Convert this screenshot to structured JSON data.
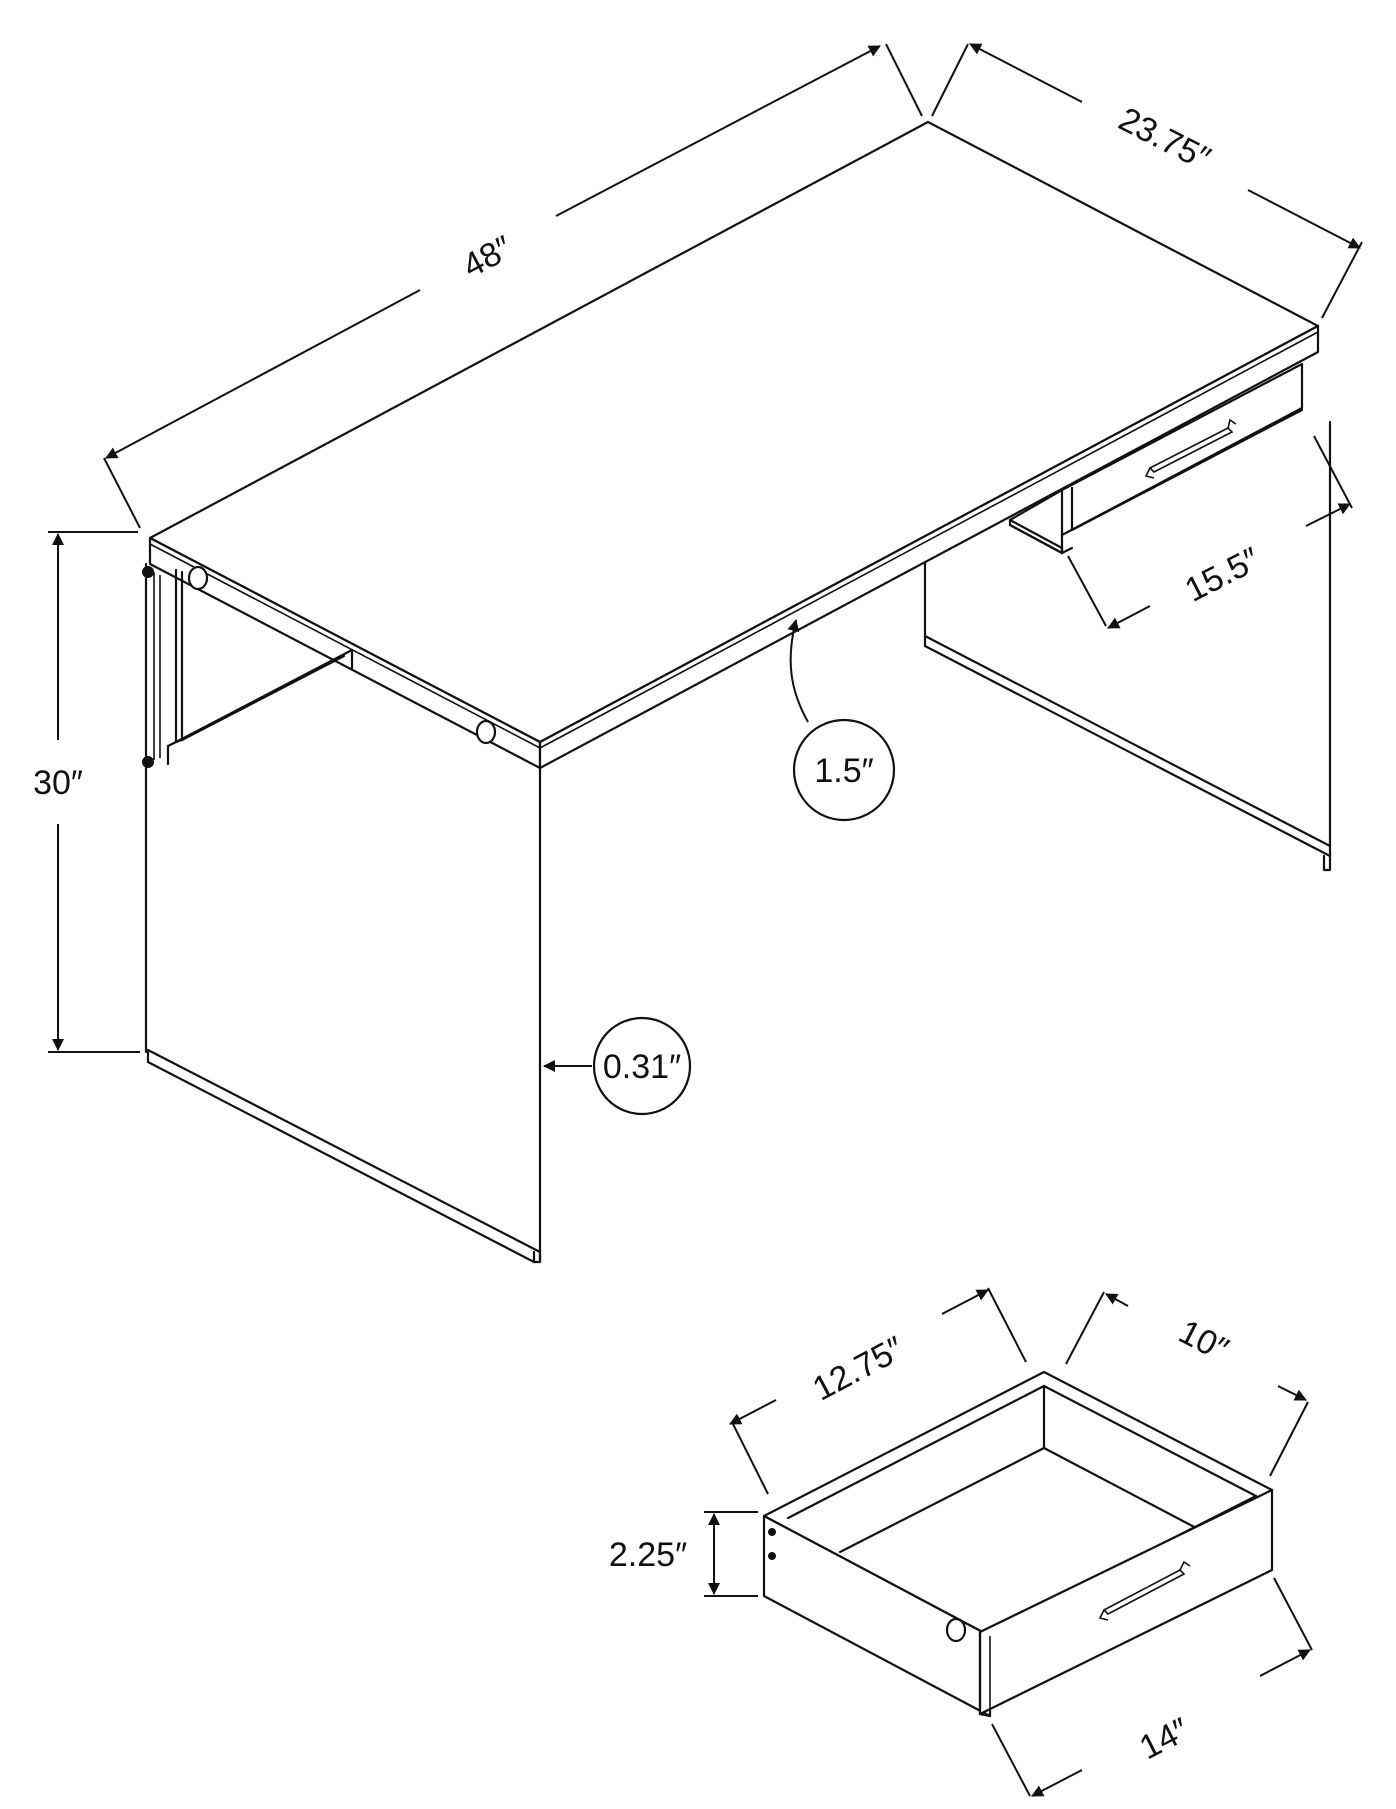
{
  "desk": {
    "width_label": "48″",
    "depth_label": "23.75″",
    "height_label": "30″",
    "top_thickness_label": "1.5″",
    "glass_thickness_label": "0.31″",
    "drawer_opening_label": "15.5″"
  },
  "drawer": {
    "depth_label": "12.75″",
    "width_label": "10″",
    "front_label": "14″",
    "height_label": "2.25″"
  }
}
